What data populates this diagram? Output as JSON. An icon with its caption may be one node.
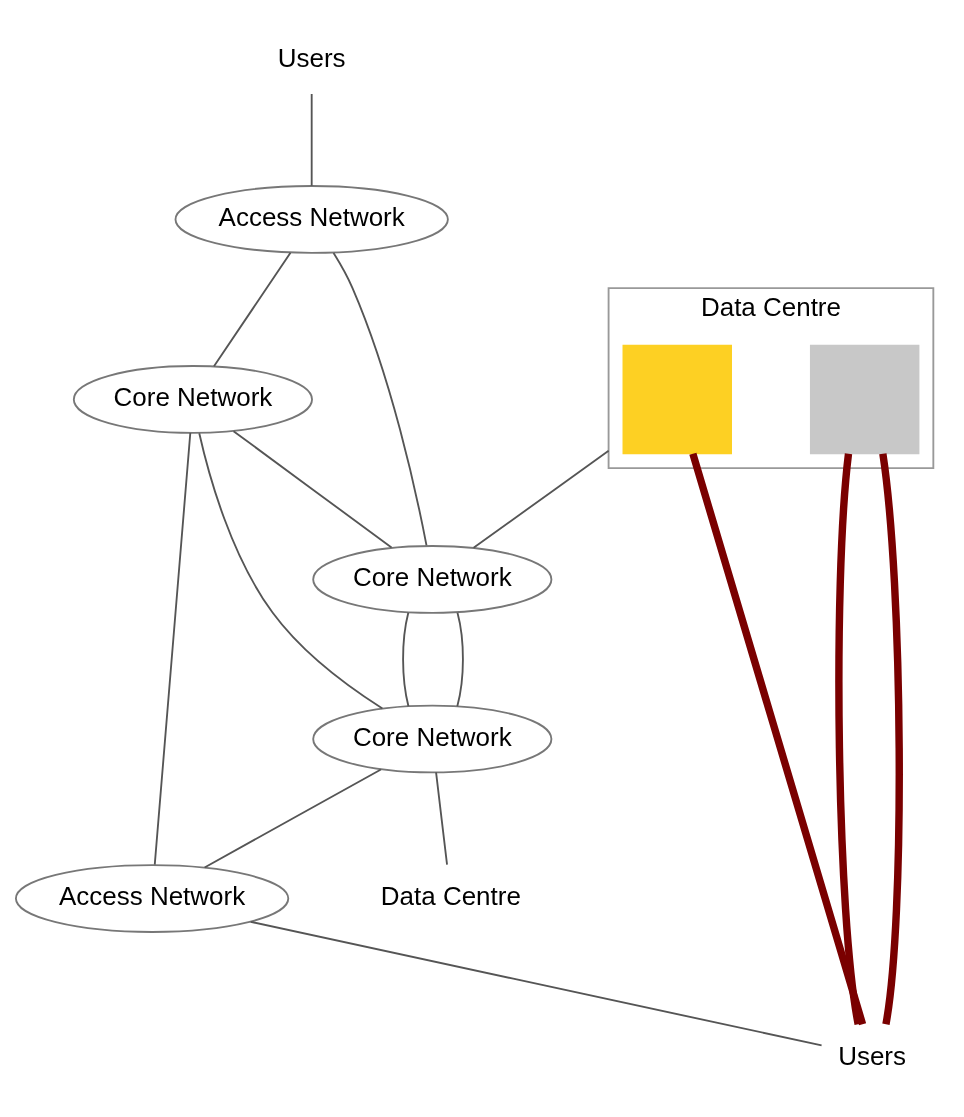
{
  "diagram": {
    "nodes": [
      {
        "text": [
          "Data Centre"
        ]
      },
      {
        "text": [],
        "shape": "box",
        "in": 0
      },
      {
        "text": [],
        "shape": "box",
        "in": 0
      },
      {
        "text": [
          "Users"
        ]
      },
      {
        "text": [
          "Access Network"
        ]
      },
      {
        "text": [
          "Core Network"
        ]
      },
      {
        "text": [
          "Core Network"
        ]
      },
      {
        "text": [
          "Core Network"
        ]
      },
      {
        "text": [
          "Access Network"
        ]
      },
      {
        "text": [
          "Data Centre"
        ]
      },
      {
        "text": [
          "Users"
        ]
      }
    ],
    "edges": [
      {
        "from": 3,
        "to": 4,
        "arrow": "none"
      },
      {
        "from": 4,
        "to": 5,
        "arrow": "none"
      },
      {
        "from": 4,
        "to": 6,
        "arrow": "none"
      },
      {
        "from": 6,
        "to": 5,
        "arrow": "none"
      },
      {
        "from": 5,
        "to": 0,
        "arrow": "none"
      },
      {
        "from": 5,
        "to": 7,
        "arrow": "none"
      },
      {
        "from": 5,
        "to": 7,
        "arrow": "none"
      },
      {
        "from": 6,
        "to": 7,
        "arrow": "none"
      },
      {
        "from": 6,
        "to": 8,
        "arrow": "none"
      },
      {
        "from": 7,
        "to": 8,
        "arrow": "none"
      },
      {
        "from": 7,
        "to": 9,
        "arrow": "none"
      },
      {
        "from": 8,
        "to": 10,
        "arrow": "none"
      },
      {
        "from": 1,
        "to": 10,
        "arrow": "none",
        "style": "thick",
        "color": "#7a0000"
      },
      {
        "from": 2,
        "to": 10,
        "arrow": "none",
        "style": "thick",
        "color": "#7a0000"
      },
      {
        "from": 2,
        "to": 10,
        "arrow": "none",
        "style": "thick",
        "color": "#7a0000"
      }
    ]
  }
}
